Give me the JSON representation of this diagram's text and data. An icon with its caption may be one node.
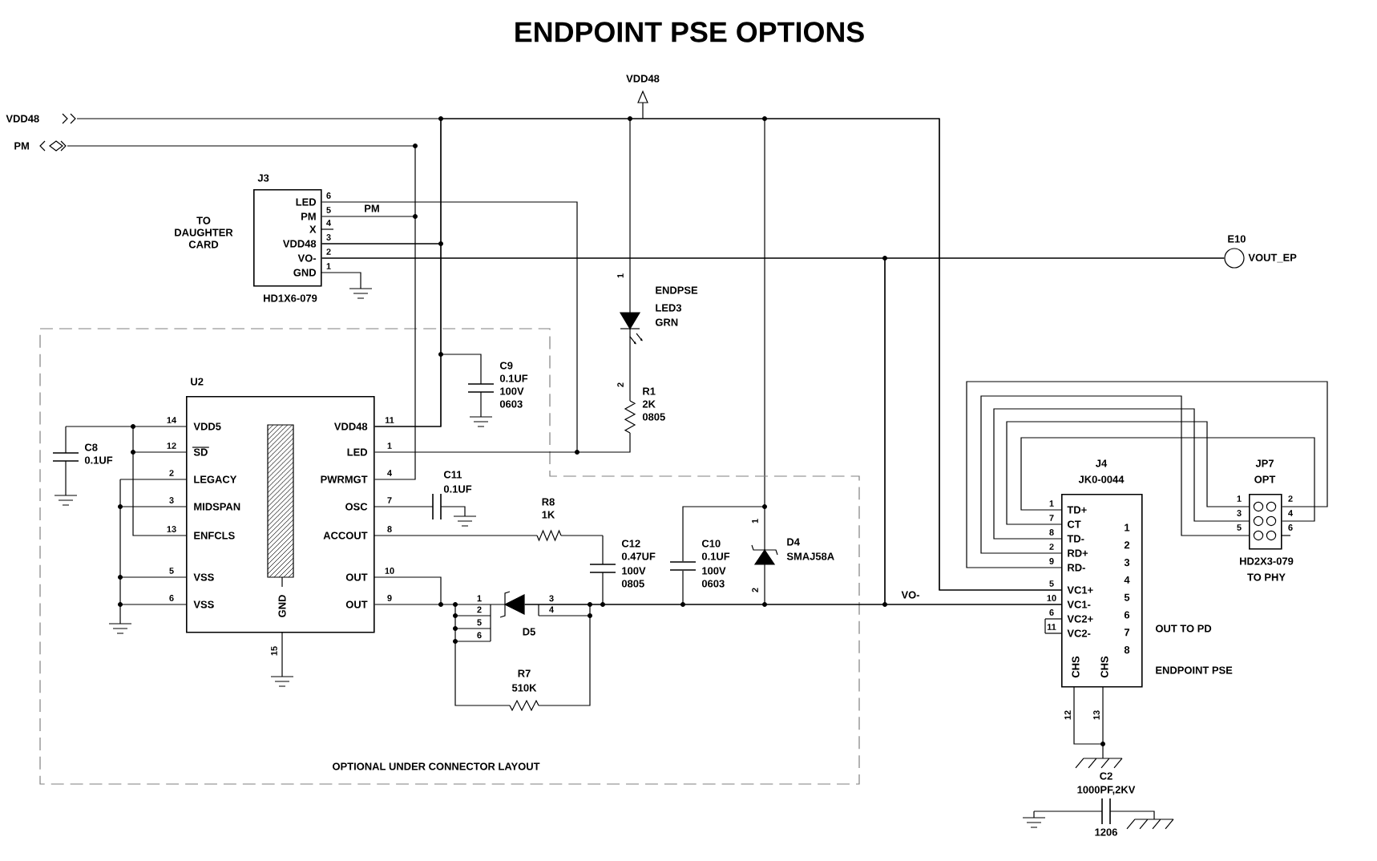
{
  "diagram": {
    "title": "ENDPOINT PSE OPTIONS",
    "nodes": [
      {
        "text": [
          "J3",
          "LED",
          "PM",
          "X",
          "VDD48",
          "VO-",
          "GND"
        ],
        "beside": [
          "HD1X6-079",
          "6",
          "5",
          "4",
          "3",
          "2",
          "1"
        ]
      },
      {
        "text": [
          "OPTIONAL UNDER CONNECTOR LAYOUT"
        ]
      },
      {
        "text": [
          "U2",
          "VDD5",
          "SD",
          "LEGACY",
          "MIDSPAN",
          "ENFCLS",
          "VSS",
          "VSS",
          "VDD48",
          "LED",
          "PWRMGT",
          "OSC",
          "ACCOUT",
          "OUT",
          "OUT",
          "GND"
        ],
        "beside": [
          "14",
          "12",
          "2",
          "3",
          "13",
          "5",
          "6",
          "11",
          "1",
          "4",
          "7",
          "8",
          "10",
          "9",
          "15"
        ],
        "in": 1
      },
      {
        "text": [
          "J4",
          "JK0-0044",
          "TD+",
          "CT",
          "TD-",
          "RD+",
          "RD-",
          "VC1+",
          "VC1-",
          "VC2+",
          "VC2-",
          "1",
          "2",
          "3",
          "4",
          "5",
          "6",
          "7",
          "8",
          "CHS",
          "CHS"
        ],
        "beside": [
          "1",
          "7",
          "8",
          "2",
          "9",
          "5",
          "10",
          "6",
          "11",
          "12",
          "13",
          "OUT TO PD",
          "ENDPOINT PSE"
        ]
      },
      {
        "text": [
          "JP7",
          "OPT"
        ],
        "beside": [
          "1",
          "3",
          "5",
          "2",
          "4",
          "6",
          "HD2X3-079",
          "TO PHY"
        ]
      },
      {
        "text": [],
        "shape": "circle",
        "beside": [
          "E10",
          "VOUT_EP"
        ]
      },
      {
        "text": [],
        "shape": "diode",
        "in": 1
      }
    ],
    "edges": [
      {
        "from": 0,
        "to": 2,
        "arrow": "none",
        "label": "PM"
      },
      {
        "from": 0,
        "to": 2,
        "arrow": "none"
      },
      {
        "from": 0,
        "to": 2,
        "arrow": "none"
      },
      {
        "from": 0,
        "to": 5,
        "arrow": "none"
      },
      {
        "from": 3,
        "to": 4,
        "arrow": "none"
      },
      {
        "from": 3,
        "to": 4,
        "arrow": "none"
      },
      {
        "from": 3,
        "to": 4,
        "arrow": "none"
      },
      {
        "from": 3,
        "to": 4,
        "arrow": "none"
      },
      {
        "from": 3,
        "to": 4,
        "arrow": "none"
      },
      {
        "from": 2,
        "to": 6,
        "arrow": "none"
      },
      {
        "from": 0,
        "to": 3,
        "arrow": "none"
      },
      {
        "from": 2,
        "to": 3,
        "arrow": "none"
      },
      {
        "from": 0,
        "to": 3,
        "arrow": "none"
      },
      {
        "from": 6,
        "to": 5,
        "arrow": "none"
      },
      {
        "from": 6,
        "to": 3,
        "arrow": "none"
      }
    ],
    "labels": [
      "VDD48",
      "PM",
      "VDD48",
      "TO DAUGHTER CARD",
      "ENDPSE",
      "LED3",
      "GRN",
      "1",
      "2",
      "R1",
      "2K",
      "0805",
      "C9",
      "0.1UF",
      "100V",
      "0603",
      "C8",
      "0.1UF",
      "C11",
      "0.1UF",
      "R8",
      "1K",
      "C12",
      "0.47UF",
      "100V",
      "0805",
      "C10",
      "0.1UF",
      "100V",
      "0603",
      "D4",
      "SMAJ58A",
      "1",
      "2",
      "D5",
      "1",
      "2",
      "5",
      "6",
      "3",
      "4",
      "R7",
      "510K",
      "VO-",
      "C2",
      "1000PF,2KV",
      "1206"
    ]
  }
}
